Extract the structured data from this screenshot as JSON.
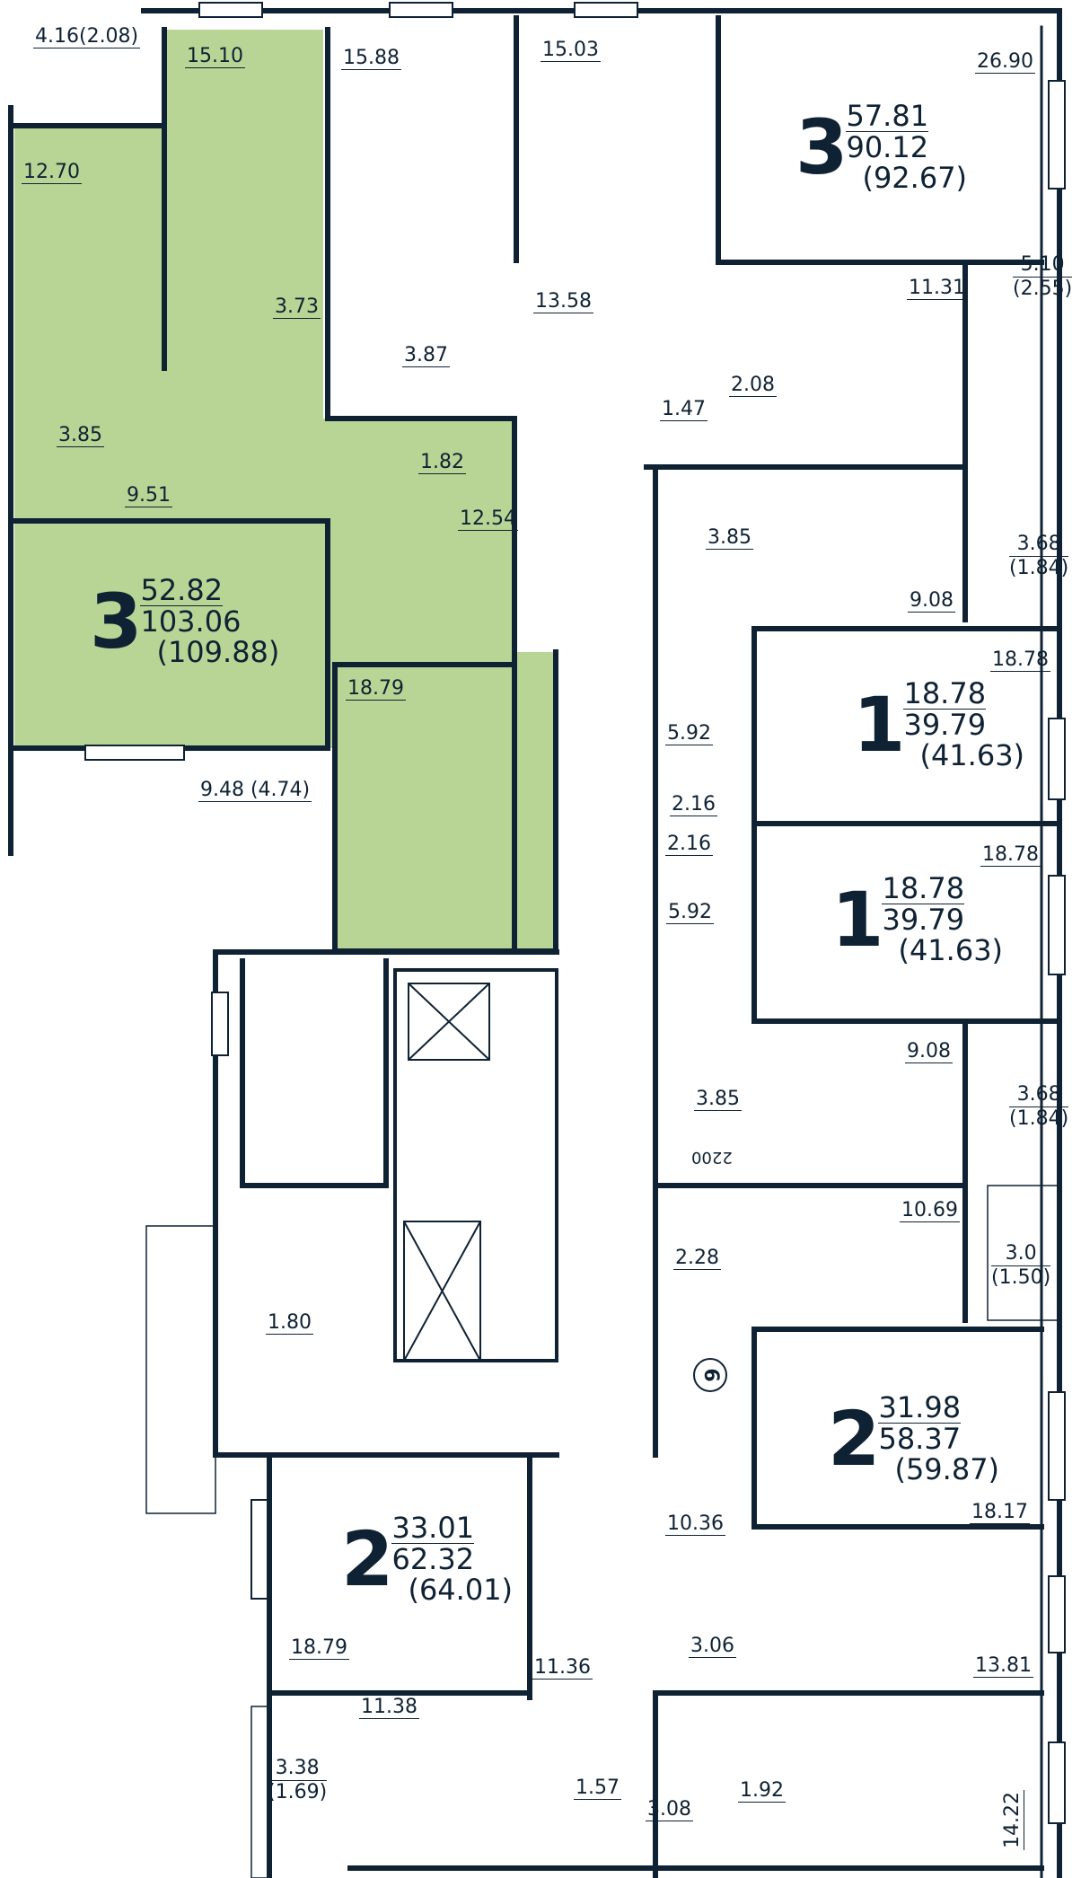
{
  "colors": {
    "highlight": "#b9d595",
    "wall": "#0f2233",
    "background": "#ffffff"
  },
  "apartments": [
    {
      "rooms": "3",
      "living_area": "52.82",
      "total_area": "103.06",
      "total_with_balcony": "(109.88)",
      "highlighted": true
    },
    {
      "rooms": "3",
      "living_area": "57.81",
      "total_area": "90.12",
      "total_with_balcony": "(92.67)",
      "highlighted": false
    },
    {
      "rooms": "1",
      "living_area": "18.78",
      "total_area": "39.79",
      "total_with_balcony": "(41.63)",
      "highlighted": false
    },
    {
      "rooms": "1",
      "living_area": "18.78",
      "total_area": "39.79",
      "total_with_balcony": "(41.63)",
      "highlighted": false
    },
    {
      "rooms": "2",
      "living_area": "31.98",
      "total_area": "58.37",
      "total_with_balcony": "(59.87)",
      "highlighted": false
    },
    {
      "rooms": "2",
      "living_area": "33.01",
      "total_area": "62.32",
      "total_with_balcony": "(64.01)",
      "highlighted": false
    }
  ],
  "rooms": [
    "4.16(2.08)",
    "15.10",
    "15.88",
    "15.03",
    "26.90",
    "12.70",
    "3.73",
    "13.58",
    "3.87",
    "11.31",
    "2.08",
    "1.47",
    "3.85",
    "1.82",
    "9.51",
    "12.54",
    "3.85",
    "9.08",
    "18.78",
    "18.79",
    "5.92",
    "2.16",
    "9.48 (4.74)",
    "2.16",
    "18.78",
    "5.92",
    "9.08",
    "3.85",
    "10.69",
    "2.28",
    "1.80",
    "18.17",
    "10.36",
    "18.79",
    "3.06",
    "13.81",
    "11.36",
    "11.38",
    "1.57",
    "1.92",
    "3.08",
    "14.22"
  ],
  "balconies": [
    {
      "area": "5.10",
      "half": "(2.55)"
    },
    {
      "area": "3.68",
      "half": "(1.84)"
    },
    {
      "area": "3.68",
      "half": "(1.84)"
    },
    {
      "area": "3.0",
      "half": "(1.50)"
    },
    {
      "area": "3.38",
      "half": "(1.69)"
    }
  ],
  "ceiling_mark": "2200",
  "floor_number": "6"
}
